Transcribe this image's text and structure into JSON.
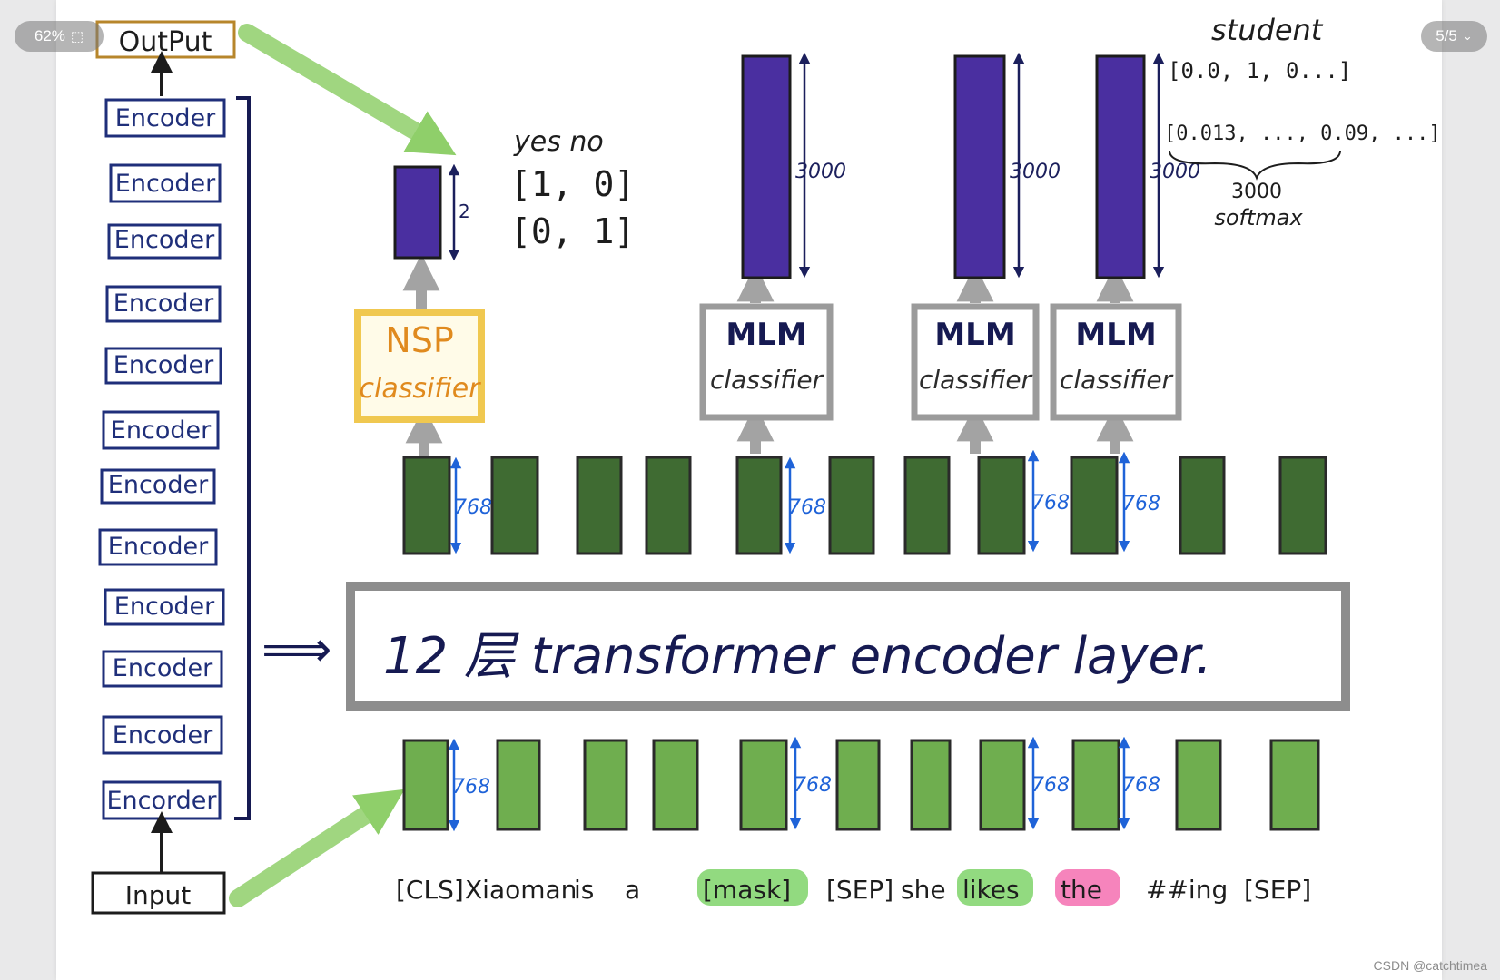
{
  "viewer": {
    "zoom_label": "62%",
    "page_indicator": "5/5",
    "watermark": "CSDN @catchtimea"
  },
  "diagram": {
    "output_label": "OutPut",
    "input_label": "Input",
    "encoder_labels": [
      "Encoder",
      "Encoder",
      "Encoder",
      "Encoder",
      "Encoder",
      "Encoder",
      "Encoder",
      "Encoder",
      "Encoder",
      "Encoder",
      "Encoder",
      "Encorder"
    ],
    "stack_arrow": "⟹",
    "transformer_label": "12 层 transformer encoder layer.",
    "nsp": {
      "title": "NSP",
      "subtitle": "classifier",
      "dim": "2",
      "header": "yes  no",
      "row1": "[1, 0]",
      "row2": "[0, 1]"
    },
    "mlm": [
      {
        "title": "MLM",
        "subtitle": "classifier",
        "dim": "3000"
      },
      {
        "title": "MLM",
        "subtitle": "classifier",
        "dim": "3000"
      },
      {
        "title": "MLM",
        "subtitle": "classifier",
        "dim": "3000"
      }
    ],
    "student": {
      "title": "student",
      "onehot": "[0.0, 1, 0...]",
      "probs": "[0.013, ..., 0.09, ...]",
      "size": "3000",
      "fn": "softmax"
    },
    "hidden_dim": "768",
    "tokens": [
      "[CLS]",
      "Xiaoman",
      "is",
      "a",
      "[mask]",
      "[SEP]",
      "she",
      "likes",
      "the",
      "##ing",
      "[SEP]"
    ],
    "colors": {
      "dark_blue": "#1f2f7a",
      "navy_ink": "#161a52",
      "purple": "#4a2fa0",
      "dark_green": "#3f6b32",
      "light_green": "#6fae4f",
      "orange": "#e09520",
      "gray": "#9b9b9b",
      "blue_note": "#1f63d8",
      "arrow_green": "#8fcf6a",
      "highlight_green": "#7fd36a",
      "highlight_pink": "#f56fb0"
    }
  }
}
